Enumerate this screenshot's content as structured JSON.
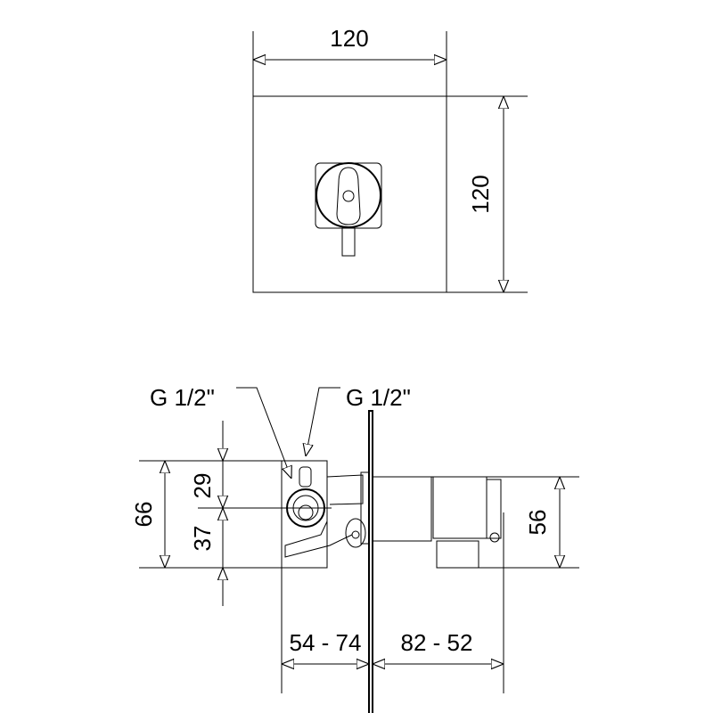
{
  "top_view": {
    "width_dim": "120",
    "height_dim": "120"
  },
  "side_view": {
    "inlet_label_1": "G 1/2\"",
    "inlet_label_2": "G 1/2\"",
    "total_height_dim": "66",
    "upper_dim": "29",
    "lower_dim": "37",
    "body_height_dim": "56",
    "depth_range_1": "54 - 74",
    "depth_range_2": "82 - 52"
  }
}
